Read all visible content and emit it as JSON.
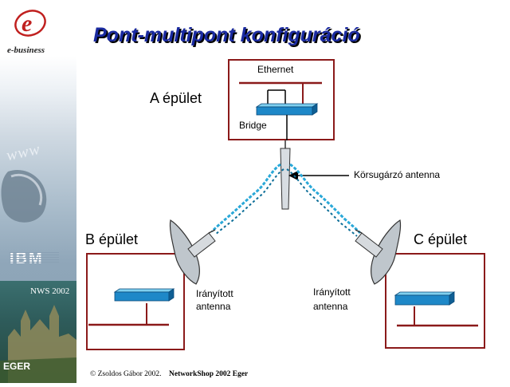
{
  "slide": {
    "title": "Pont-multipont konfiguráció"
  },
  "sidebar": {
    "brand_line": "e-business",
    "watermark": "www",
    "ibm_logo": "IBM",
    "event_badge": "NWS 2002",
    "city": "EGER"
  },
  "diagram": {
    "building_a": "A épület",
    "building_b": "B épület",
    "building_c": "C épület",
    "ethernet_label": "Ethernet",
    "bridge_label": "Bridge",
    "omni_antenna_label": "Körsugárzó antenna",
    "directional_left": [
      "Irányított",
      "antenna"
    ],
    "directional_right": [
      "Irányított",
      "antenna"
    ]
  },
  "footer": {
    "copyright": "© Zsoldos Gábor 2002.",
    "event": "NetworkShop 2002 Eger"
  },
  "colors": {
    "title": "#1a2aa0",
    "frame": "#8b1a1a",
    "bridge": "#1e88c8",
    "link": "#2aa8d8"
  }
}
